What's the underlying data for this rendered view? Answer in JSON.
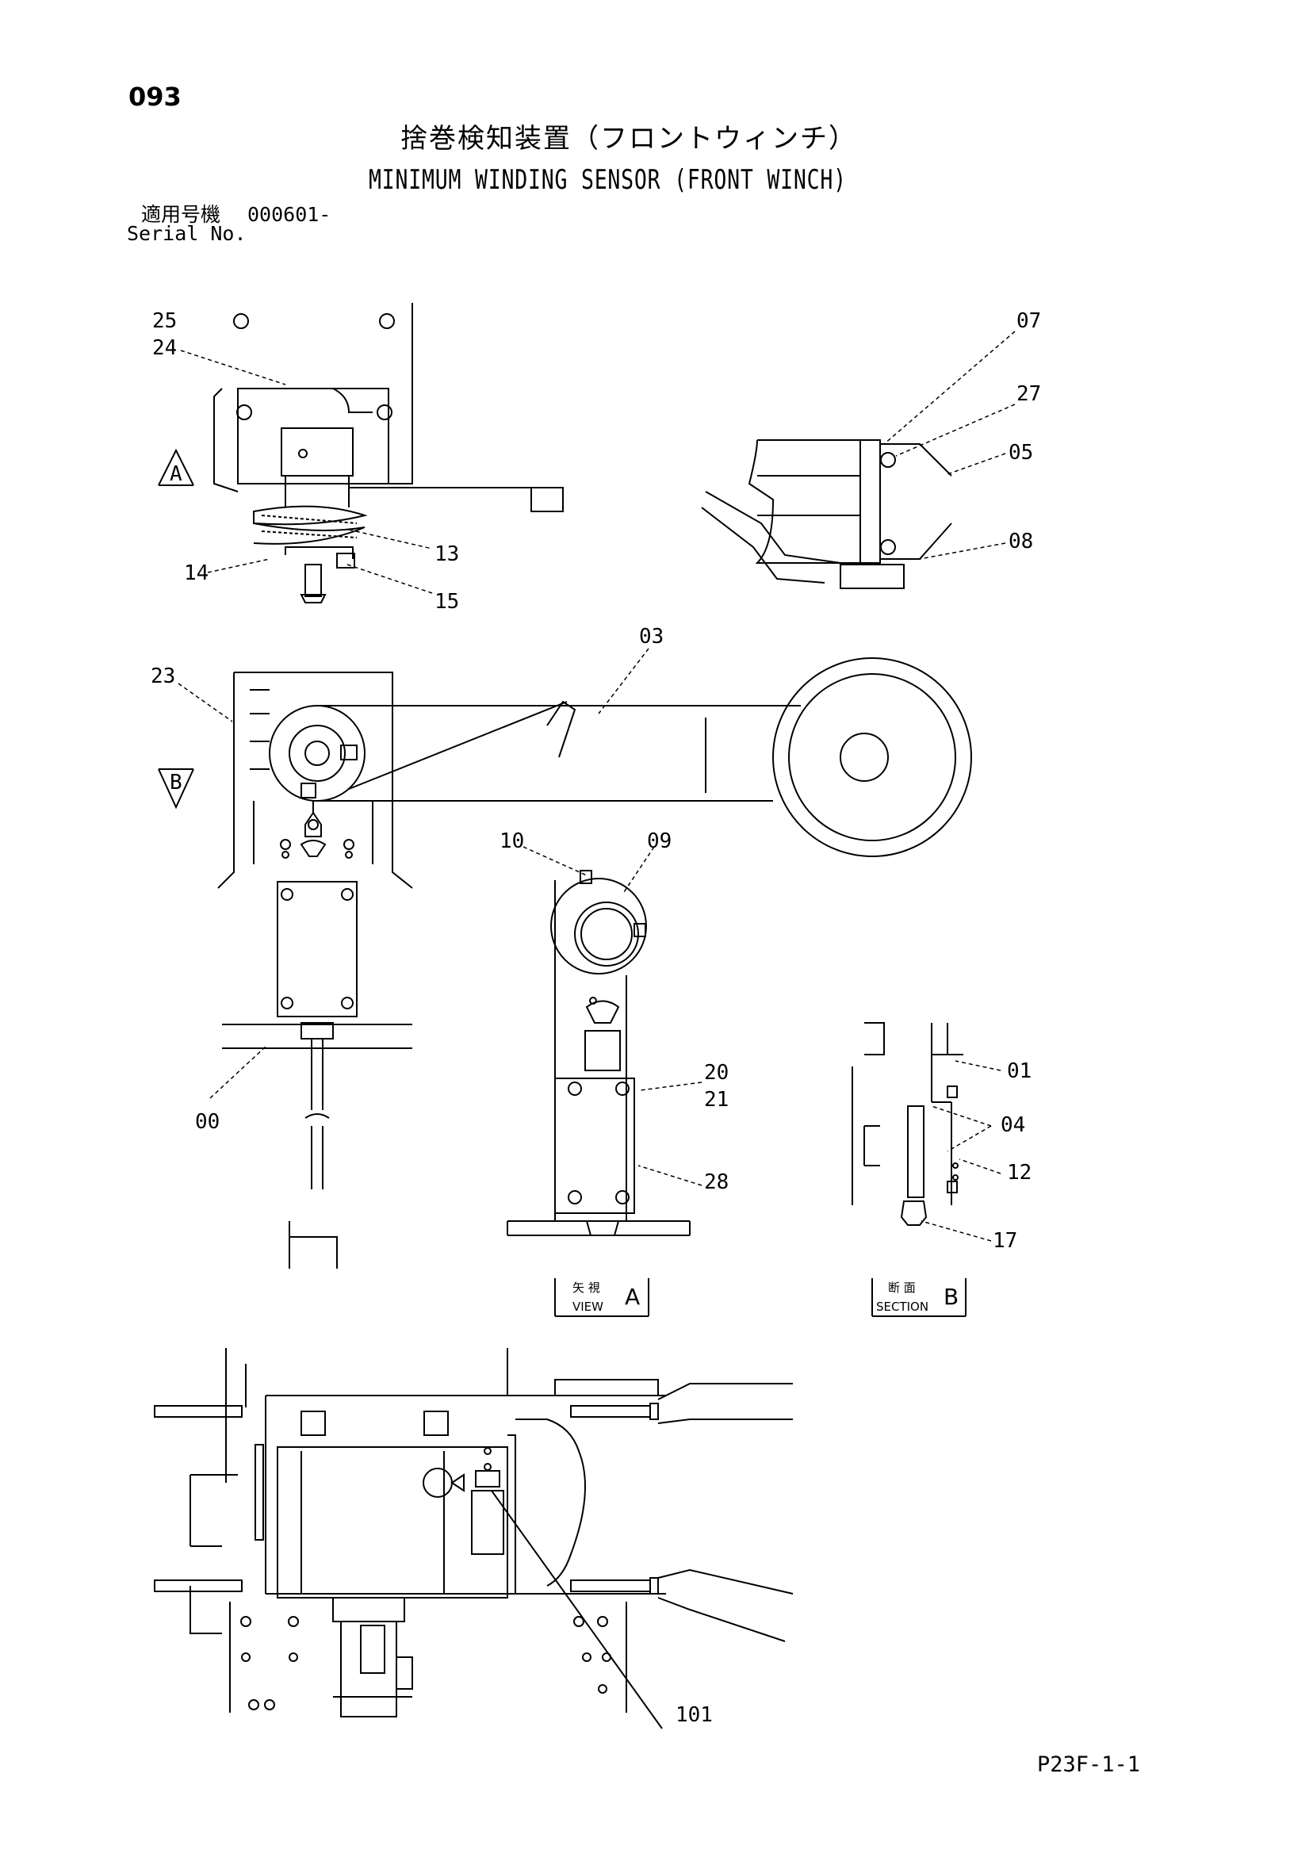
{
  "header": {
    "page_number": "093",
    "title_jp": "捨巻検知装置（フロントウィンチ）",
    "title_en": "MINIMUM WINDING SENSOR (FRONT WINCH)",
    "applicable_label": "適用号機",
    "serial_value": "000601-",
    "serial_label": "Serial No."
  },
  "callouts": {
    "c25": "25",
    "c24": "24",
    "c13": "13",
    "c14": "14",
    "c15": "15",
    "c07": "07",
    "c27": "27",
    "c05": "05",
    "c08": "08",
    "c03": "03",
    "c23": "23",
    "c10": "10",
    "c09": "09",
    "c20": "20",
    "c21": "21",
    "c28": "28",
    "c00": "00",
    "c01": "01",
    "c04": "04",
    "c12": "12",
    "c17": "17",
    "c101": "101"
  },
  "view_markers": {
    "a_letter": "A",
    "b_letter": "B"
  },
  "view_labels": {
    "view_a": {
      "jp": "矢 視",
      "en": "VIEW",
      "letter": "A"
    },
    "section_b": {
      "jp": "断 面",
      "en": "SECTION",
      "letter": "B"
    }
  },
  "footer": {
    "page_ref": "P23F-1-1"
  }
}
